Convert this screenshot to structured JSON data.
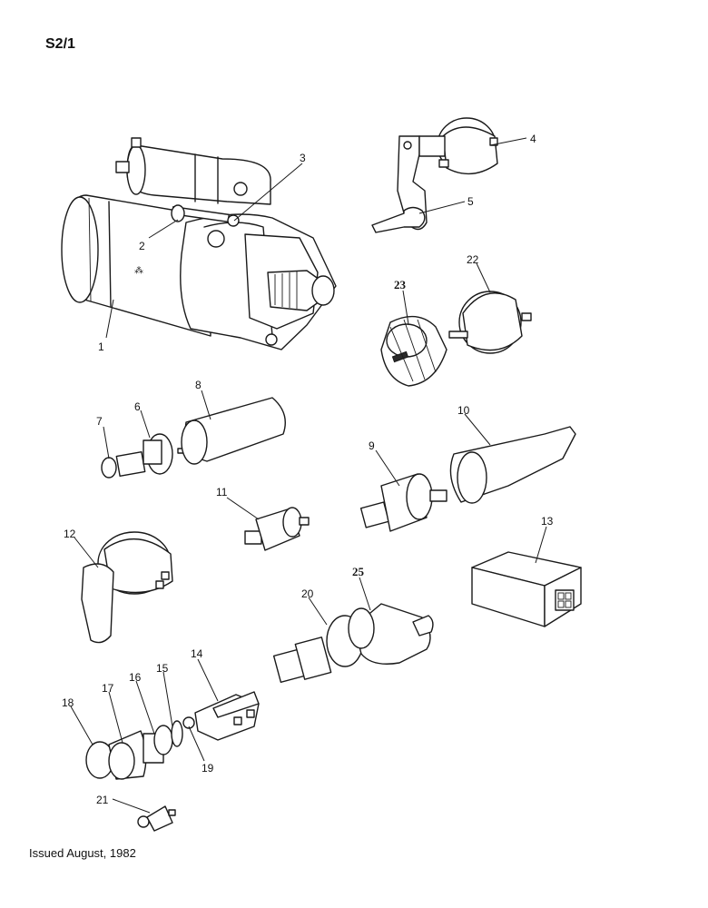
{
  "page_code": "S2/1",
  "issue_note": "Issued August, 1982",
  "callouts": [
    "1",
    "2",
    "3",
    "4",
    "5",
    "6",
    "7",
    "8",
    "9",
    "10",
    "11",
    "12",
    "13",
    "14",
    "15",
    "16",
    "17",
    "18",
    "19",
    "20",
    "21",
    "22",
    "23",
    "25"
  ]
}
